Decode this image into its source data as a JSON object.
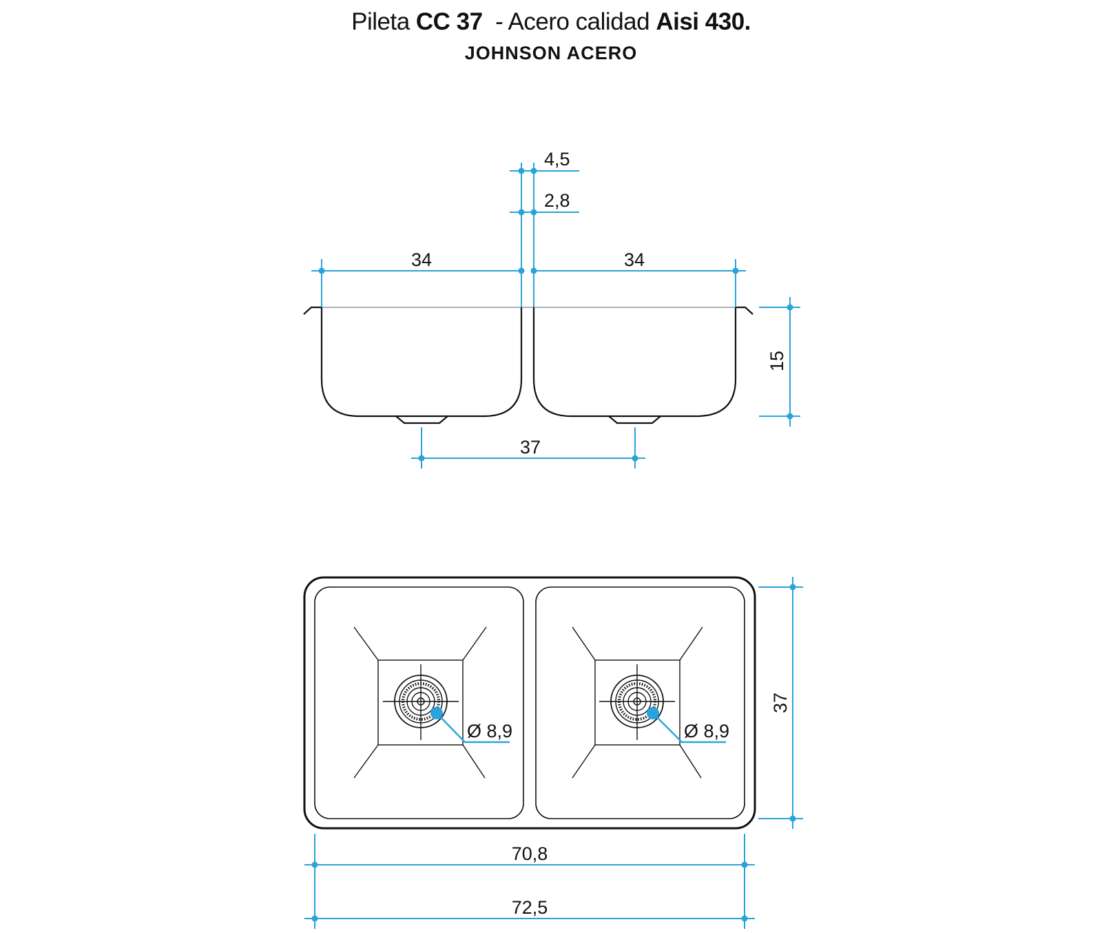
{
  "header": {
    "title_prefix": "Pileta",
    "model": "CC 37",
    "title_middle": "- Acero calidad",
    "material": "Aisi 430.",
    "brand": "JOHNSON ACERO"
  },
  "colors": {
    "dimension": "#29a3db",
    "outline": "#111111"
  },
  "side_view": {
    "dim_top_gap": "4,5",
    "dim_inner_gap": "2,8",
    "dim_left_bowl_width": "34",
    "dim_right_bowl_width": "34",
    "dim_drain_spacing": "37",
    "dim_depth": "15"
  },
  "top_view": {
    "left_drain_diameter": "Ø 8,9",
    "right_drain_diameter": "Ø 8,9",
    "dim_depth_overall": "37",
    "dim_inner_width": "70,8",
    "dim_outer_width": "72,5"
  }
}
